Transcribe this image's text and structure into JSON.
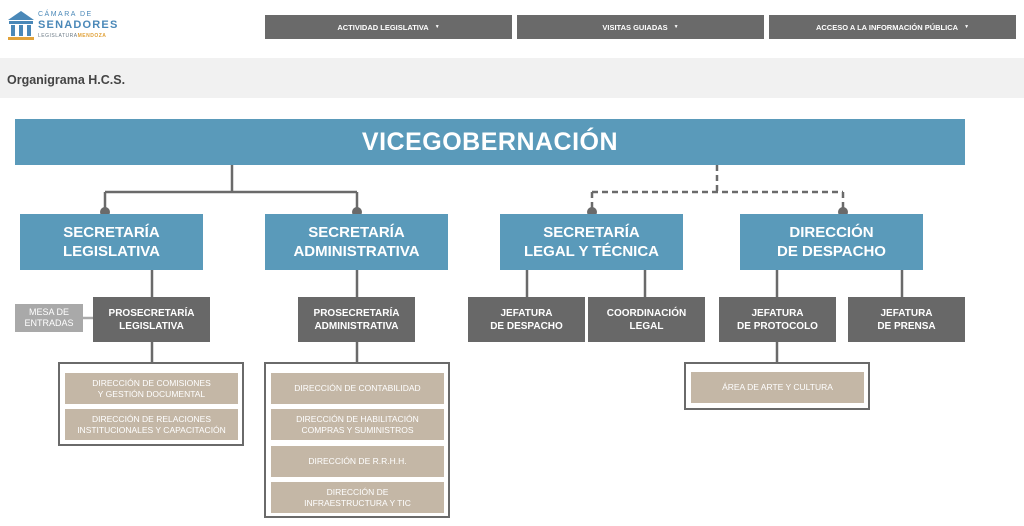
{
  "header": {
    "logo": {
      "line1": "CÁMARA DE",
      "line2": "SENADORES",
      "line3a": "LEGISLATURA",
      "line3b": "MENDOZA"
    },
    "nav": [
      {
        "label": "ACTIVIDAD LEGISLATIVA"
      },
      {
        "label": "VISITAS GUIADAS"
      },
      {
        "label": "ACCESO A LA INFORMACIÓN PÚBLICA"
      }
    ],
    "caret": "▼"
  },
  "page": {
    "title": "Organigrama H.C.S."
  },
  "colors": {
    "blue": "#5a9aba",
    "dark_gray": "#686868",
    "light_gray": "#a9a9a9",
    "beige": "#c4b7a6"
  },
  "orgchart": {
    "root": "VICEGOBERNACIÓN",
    "secretarias": [
      {
        "line1": "SECRETARÍA",
        "line2": "LEGISLATIVA"
      },
      {
        "line1": "SECRETARÍA",
        "line2": "ADMINISTRATIVA"
      },
      {
        "line1": "SECRETARÍA",
        "line2": "LEGAL Y TÉCNICA"
      },
      {
        "line1": "DIRECCIÓN",
        "line2": "DE DESPACHO"
      }
    ],
    "mesa_entradas": {
      "line1": "MESA DE",
      "line2": "ENTRADAS"
    },
    "subunits": [
      {
        "line1": "PROSECRETARÍA",
        "line2": "LEGISLATIVA"
      },
      {
        "line1": "PROSECRETARÍA",
        "line2": "ADMINISTRATIVA"
      },
      {
        "line1": "JEFATURA",
        "line2": "DE DESPACHO"
      },
      {
        "line1": "COORDINACIÓN",
        "line2": "LEGAL"
      },
      {
        "line1": "JEFATURA",
        "line2": "DE PROTOCOLO"
      },
      {
        "line1": "JEFATURA",
        "line2": "DE PRENSA"
      }
    ],
    "legislativa_dirs": [
      {
        "line1": "DIRECCIÓN  DE COMISIONES",
        "line2": "Y GESTIÓN DOCUMENTAL"
      },
      {
        "line1": "DIRECCIÓN DE RELACIONES",
        "line2": "INSTITUCIONALES Y CAPACITACIÓN"
      }
    ],
    "administrativa_dirs": [
      {
        "line1": "DIRECCIÓN DE CONTABILIDAD",
        "line2": ""
      },
      {
        "line1": "DIRECCIÓN DE HABILITACIÓN",
        "line2": "COMPRAS Y SUMINISTROS"
      },
      {
        "line1": "DIRECCIÓN DE R.R.H.H.",
        "line2": ""
      },
      {
        "line1": "DIRECCIÓN DE",
        "line2": "INFRAESTRUCTURA Y TIC"
      }
    ],
    "protocolo_dirs": [
      {
        "line1": "ÁREA DE ARTE Y CULTURA",
        "line2": ""
      }
    ]
  }
}
